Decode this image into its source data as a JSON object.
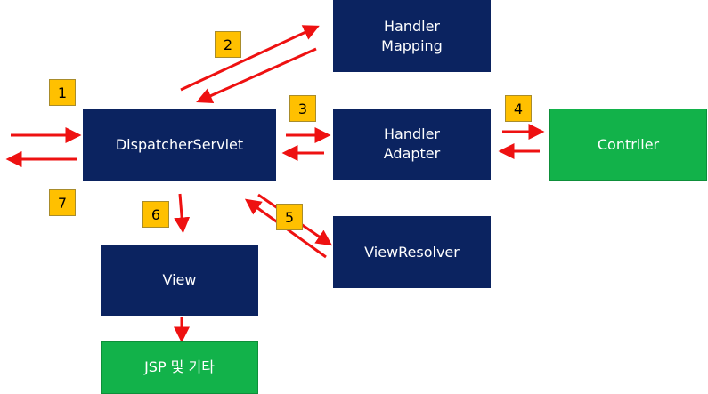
{
  "colors": {
    "node": "#0b2360",
    "terminal": "#12b24a",
    "badge": "#ffc000",
    "arrow": "#ee1111"
  },
  "nodes": {
    "handler_mapping": [
      "Handler",
      "Mapping"
    ],
    "dispatcher_servlet": "DispatcherServlet",
    "handler_adapter": [
      "Handler",
      "Adapter"
    ],
    "controller": "Contrller",
    "view_resolver": "ViewResolver",
    "view": "View",
    "jsp": "JSP 및 기타"
  },
  "steps": [
    "1",
    "2",
    "3",
    "4",
    "5",
    "6",
    "7"
  ]
}
